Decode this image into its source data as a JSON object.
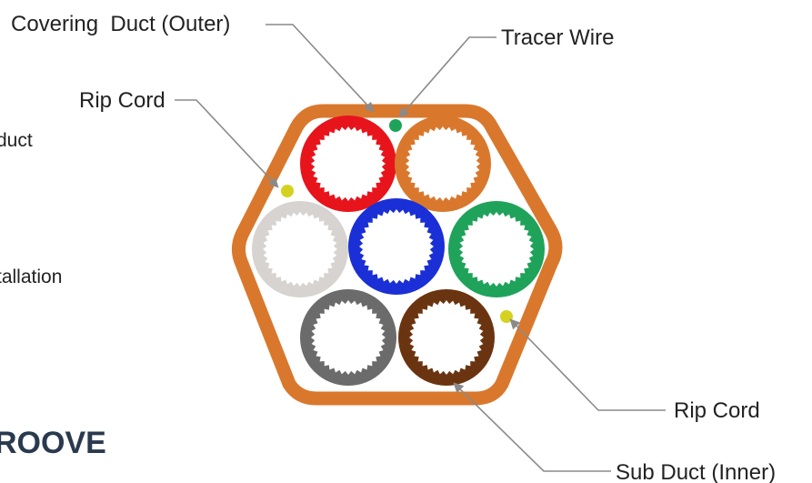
{
  "labels": {
    "covering_duct": "Covering  Duct (Outer)",
    "tracer_wire": "Tracer Wire",
    "rip_cord_top": "Rip Cord",
    "rip_cord_bottom": "Rip Cord",
    "sub_duct": "Sub Duct (Inner)"
  },
  "side_text": {
    "line1": "duct",
    "line2": "tallation"
  },
  "brand": "ROOVE",
  "colors": {
    "outer_duct": "#d9782d",
    "tracer_wire": "#1fa35a",
    "rip_cord": "#d4d21f",
    "leader": "#8a8a8a"
  },
  "sub_ducts": [
    {
      "name": "red",
      "color": "#e8141c"
    },
    {
      "name": "orange",
      "color": "#d9782d"
    },
    {
      "name": "white",
      "color": "#d6d3d0"
    },
    {
      "name": "blue",
      "color": "#1a2fd6"
    },
    {
      "name": "green",
      "color": "#1fa35a"
    },
    {
      "name": "grey",
      "color": "#6b6b6b"
    },
    {
      "name": "brown",
      "color": "#6b3410"
    }
  ]
}
